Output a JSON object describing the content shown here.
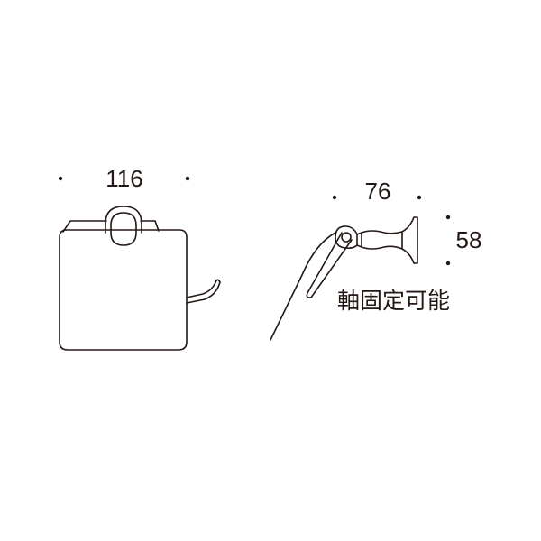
{
  "front_view": {
    "width_label": "116"
  },
  "side_view": {
    "depth_label": "76",
    "height_label": "58",
    "note": "軸固定可能"
  },
  "colors": {
    "line": "#231815",
    "background": "#ffffff"
  }
}
